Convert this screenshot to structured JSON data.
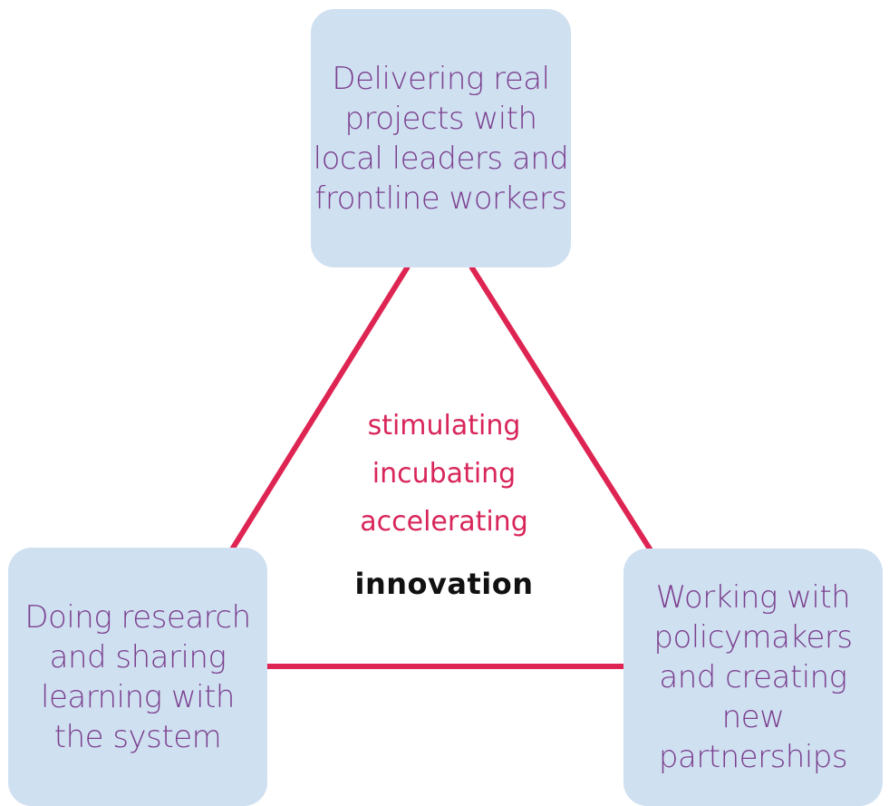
{
  "colors": {
    "box_fill": "#cfe0f1",
    "box_text": "#7b3f8e",
    "line": "#de2452",
    "center_text": "#d8265a",
    "innovation_text": "#111111"
  },
  "boxes": {
    "top": "Delivering real\nprojects with\nlocal leaders and\nfrontline workers",
    "left": "Doing research\nand sharing\nlearning with\nthe system",
    "right": "Working with\npolicymakers\nand creating new\npartnerships"
  },
  "center": {
    "words": [
      "stimulating",
      "incubating",
      "accelerating"
    ],
    "innovation": "innovation"
  }
}
